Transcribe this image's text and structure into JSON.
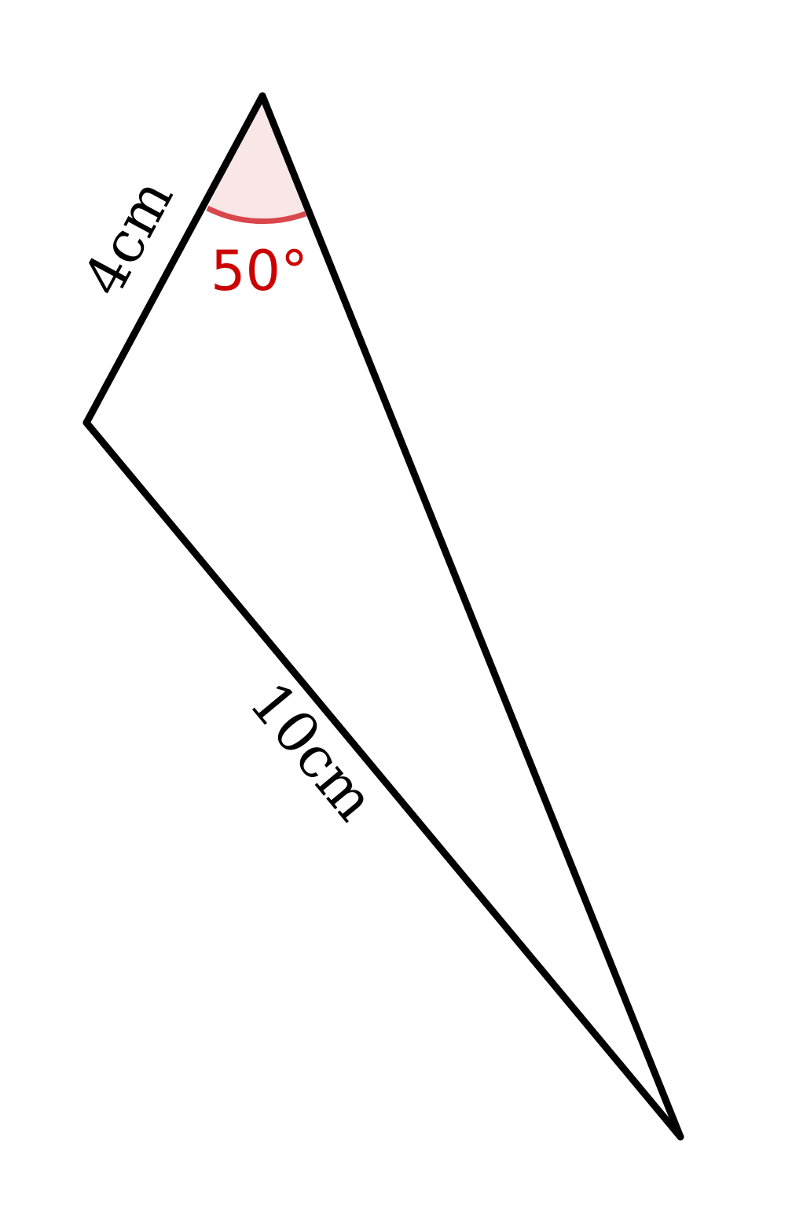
{
  "figure": {
    "side_labels": {
      "short_side": "4cm",
      "long_side": "10cm"
    },
    "angle": {
      "label": "50°",
      "degrees": 50
    },
    "colors": {
      "edge": "#000000",
      "angle_arc": "#d9464b",
      "angle_fill": "#f9e6e6",
      "angle_text": "#cc0000"
    }
  }
}
